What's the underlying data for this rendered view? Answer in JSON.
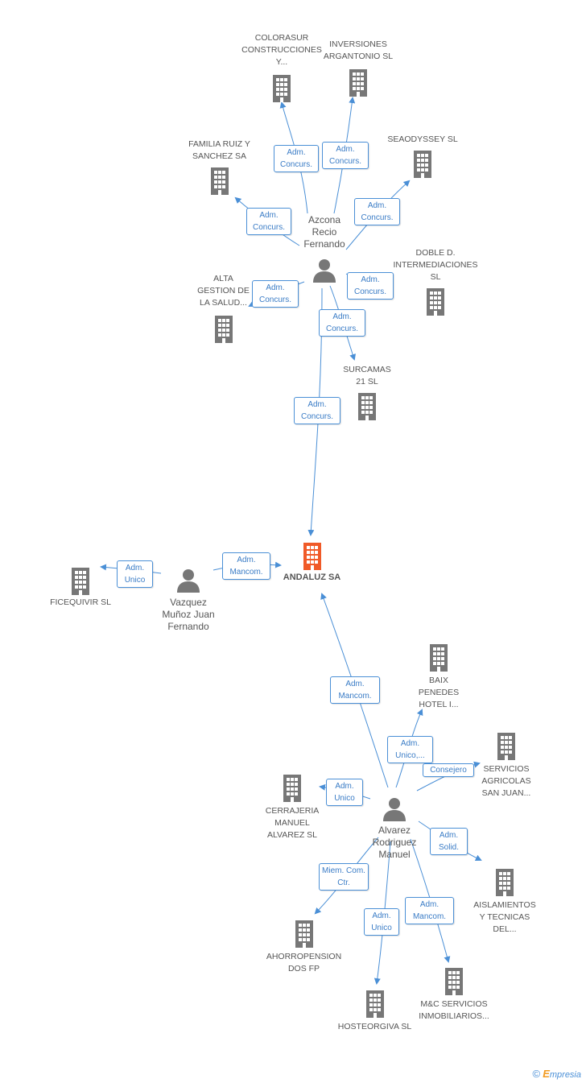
{
  "colors": {
    "edge": "#4a8fd6",
    "building": "#777777",
    "building_focus": "#f05a28",
    "person": "#777777"
  },
  "nodes": {
    "colorasur": "COLORASUR CONSTRUCCIONES Y...",
    "inversiones": "INVERSIONES ARGANTONIO SL",
    "familia": "FAMILIA RUIZ Y SANCHEZ SA",
    "seaodyssey": "SEAODYSSEY SL",
    "azcona": "Azcona Recio Fernando",
    "doble": "DOBLE D. INTERMEDIACIONES SL",
    "alta": "ALTA GESTION DE LA SALUD...",
    "surcamas": "SURCAMAS 21 SL",
    "andaluz": "ANDALUZ SA",
    "ficequivir": "FICEQUIVIR SL",
    "vazquez": "Vazquez Muñoz Juan Fernando",
    "baix": "BAIX PENEDES HOTEL I...",
    "servicios": "SERVICIOS AGRICOLAS SAN JUAN...",
    "cerrajeria": "CERRAJERIA MANUEL ALVAREZ SL",
    "alvarez": "Alvarez Rodriguez Manuel",
    "aislamientos": "AISLAMIENTOS Y TECNICAS DEL...",
    "ahorropension": "AHORROPENSION DOS FP",
    "hosteorgiva": "HOSTEORGIVA SL",
    "mc": "M&C SERVICIOS INMOBILIARIOS..."
  },
  "edges": {
    "azcona_colorasur": "Adm. Concurs.",
    "azcona_inversiones": "Adm. Concurs.",
    "azcona_familia": "Adm. Concurs.",
    "azcona_seaodyssey": "Adm. Concurs.",
    "azcona_alta": "Adm. Concurs.",
    "azcona_doble": "Adm. Concurs.",
    "azcona_surcamas": "Adm. Concurs.",
    "azcona_andaluz": "Adm. Concurs.",
    "vazquez_andaluz": "Adm. Mancom.",
    "vazquez_ficequivir": "Adm. Unico",
    "alvarez_andaluz": "Adm. Mancom.",
    "alvarez_baix": "Adm. Unico,...",
    "alvarez_servicios": "Consejero",
    "alvarez_cerrajeria": "Adm. Unico",
    "alvarez_aislamientos": "Adm. Solid.",
    "alvarez_ahorropension": "Miem. Com. Ctr.",
    "alvarez_hosteorgiva": "Adm. Unico",
    "alvarez_mc": "Adm. Mancom."
  },
  "brand": {
    "copyright": "©",
    "e": "E",
    "rest": "mpresia"
  }
}
